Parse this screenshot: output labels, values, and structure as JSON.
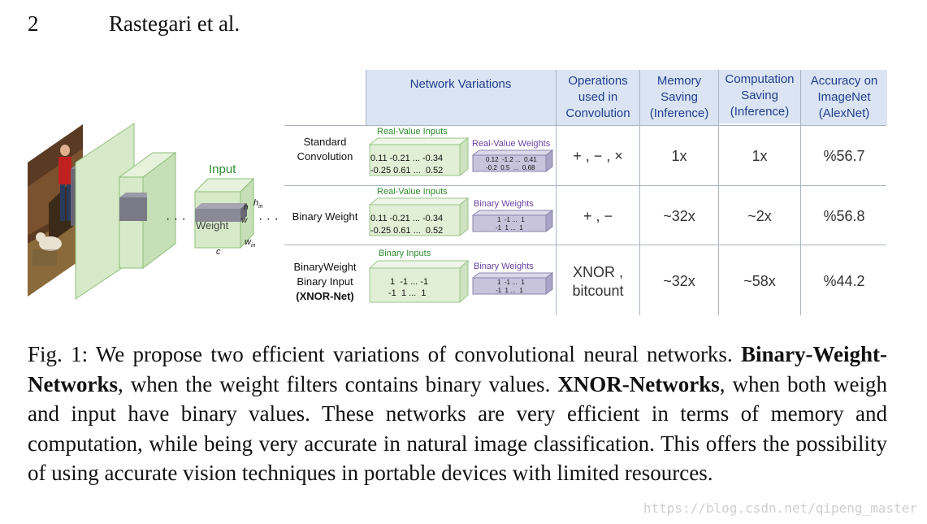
{
  "header": {
    "page_number": "2",
    "authors": "Rastegari et al."
  },
  "figure": {
    "input_label": "Input",
    "weight_label": "Weight",
    "dim_h": "h",
    "dim_w": "w",
    "dim_c": "c",
    "dim_hin": "h",
    "dim_hin_sub": "in",
    "dim_win": "w",
    "dim_win_sub": "in",
    "ellipsis": "· · ·",
    "table": {
      "headers": [
        "Network Variations",
        "Operations used in Convolution",
        "Memory Saving (Inference)",
        "Computation Saving (Inference)",
        "Accuracy on ImageNet (AlexNet)"
      ],
      "rows": [
        {
          "name": "Standard Convolution",
          "input_label": "Real-Value Inputs",
          "input_line1": "0.11 -0.21 ... -0.34",
          "input_line2": "-0.25 0.61 ...  0.52",
          "weight_label": "Real-Value Weights",
          "weight_line1": "0.12  -1.2 ...  0.41",
          "weight_line2": "-0.2  0.5  ...  0.68",
          "operations": "+ , − , ×",
          "memory": "1x",
          "computation": "1x",
          "accuracy": "%56.7"
        },
        {
          "name": "Binary Weight",
          "input_label": "Real-Value Inputs",
          "input_line1": "0.11 -0.21 ... -0.34",
          "input_line2": "-0.25 0.61 ...  0.52",
          "weight_label": "Binary Weights",
          "weight_line1": "1  -1 ...  1",
          "weight_line2": "-1  1 ...  1",
          "operations": "+ , −",
          "memory": "~32x",
          "computation": "~2x",
          "accuracy": "%56.8"
        },
        {
          "name_line1": "BinaryWeight",
          "name_line2": "Binary Input",
          "name_line3": "(XNOR-Net)",
          "input_label": "Binary Inputs",
          "input_line1": "1  -1 ... -1",
          "input_line2": "-1  1 ...  1",
          "weight_label": "Binary Weights",
          "weight_line1": "1  -1 ...  1",
          "weight_line2": "-1  1 ...  1",
          "operations_line1": "XNOR ,",
          "operations_line2": "bitcount",
          "memory": "~32x",
          "computation": "~58x",
          "accuracy": "%44.2"
        }
      ]
    }
  },
  "caption": {
    "prefix": "Fig. 1: We propose two efficient variations of convolutional neural networks. ",
    "bold1": "Binary-Weight-Networks",
    "mid": ", when the weight filters contains binary values. ",
    "bold2": "XNOR-Networks",
    "suffix": ", when both weigh and input have binary values. These networks are very efficient in terms of memory and computation, while being very accurate in natural image classification. This offers the possibility of using accurate vision techniques in portable devices with limited resources."
  },
  "watermark": "https://blog.csdn.net/qipeng_master"
}
